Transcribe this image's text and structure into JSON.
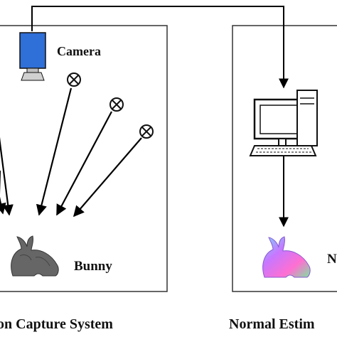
{
  "left_panel": {
    "camera_label": "Camera",
    "object_label": "Bunny",
    "caption": "on Capture System"
  },
  "right_panel": {
    "partial_label": "N",
    "caption": "Normal Estim"
  },
  "icons": [
    "camera-icon",
    "light-source-icon",
    "bunny-image",
    "computer-icon",
    "normal-map-bunny-image"
  ],
  "colors": {
    "camera_body": "#2e6fd8",
    "line": "#000000"
  }
}
